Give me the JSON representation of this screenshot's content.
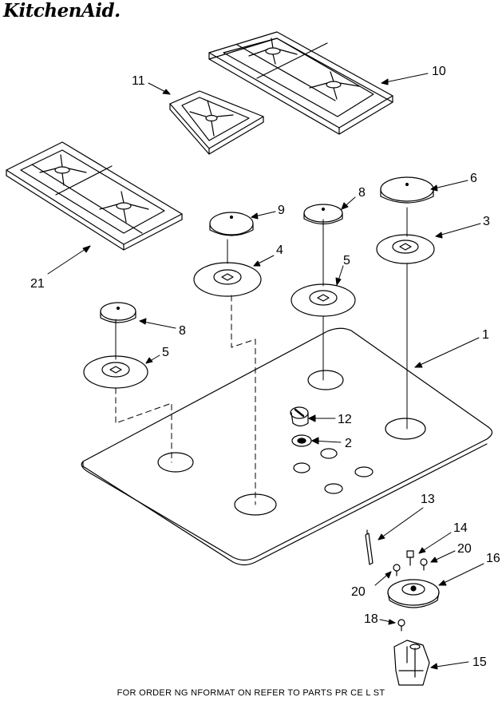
{
  "brand": "KitchenAid.",
  "footer": "FOR ORDER NG NFORMAT ON REFER TO PARTS PR CE L ST",
  "callouts": {
    "c10": "10",
    "c11": "11",
    "c21": "21",
    "c9": "9",
    "c8a": "8",
    "c6": "6",
    "c4": "4",
    "c5a": "5",
    "c3": "3",
    "c8b": "8",
    "c5b": "5",
    "c1": "1",
    "c12": "12",
    "c2": "2",
    "c13": "13",
    "c14": "14",
    "c20a": "20",
    "c16": "16",
    "c20b": "20",
    "c18": "18",
    "c15": "15"
  }
}
